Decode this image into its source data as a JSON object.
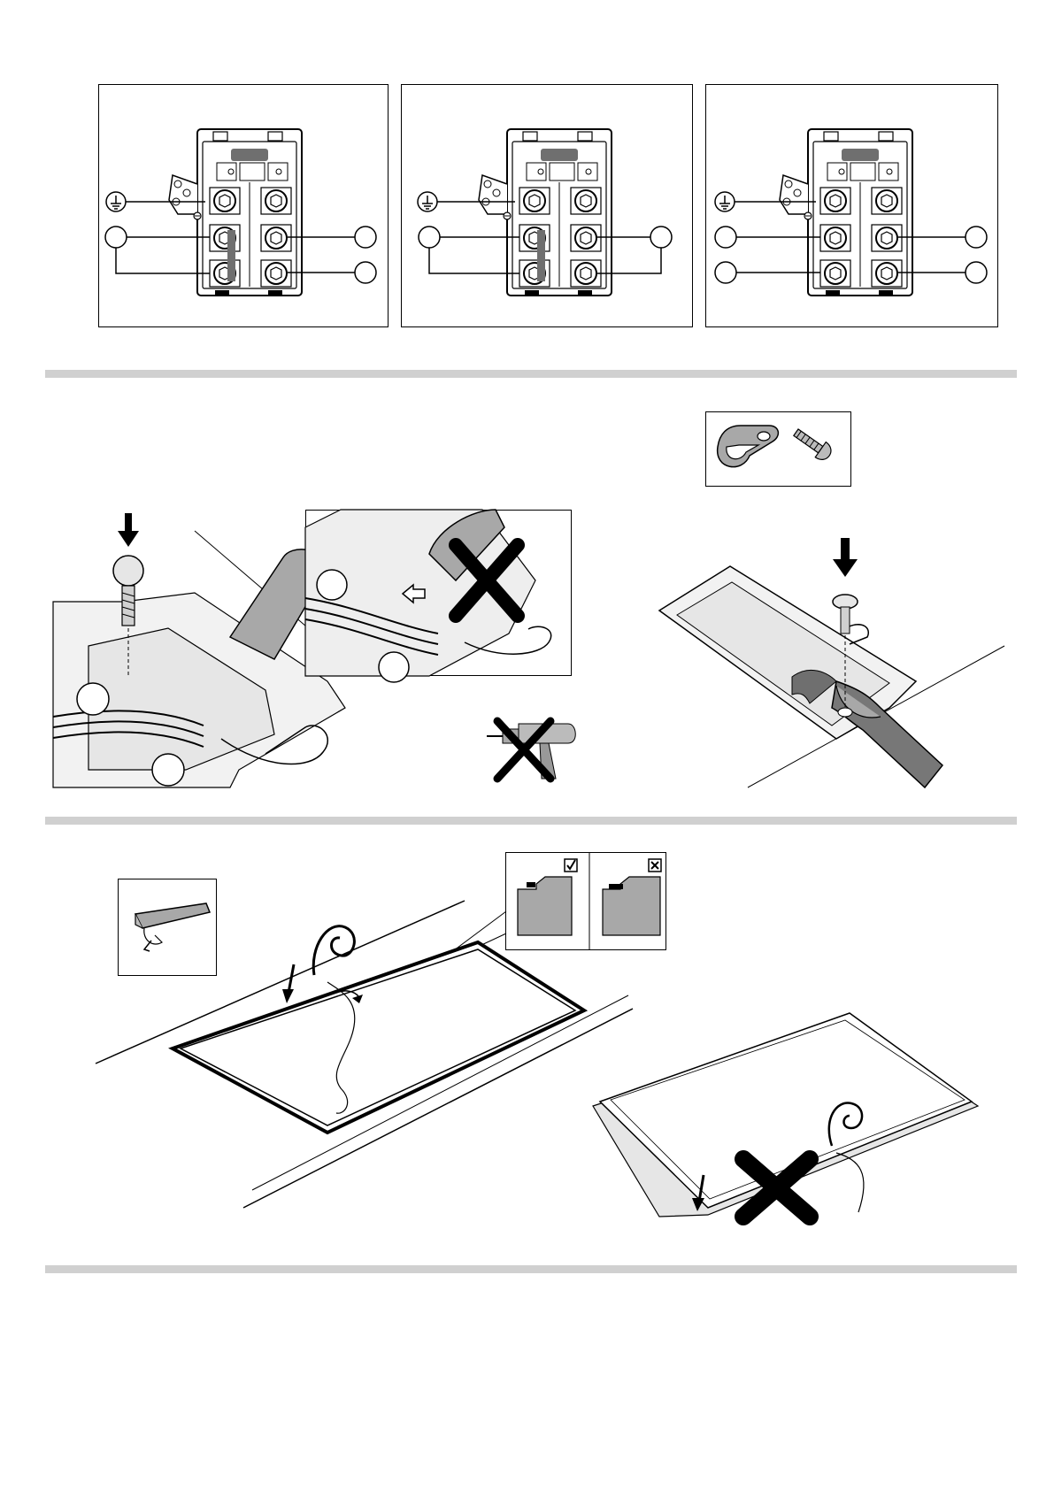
{
  "colors": {
    "line": "#000000",
    "divider": "#d0d0d0",
    "gray_fill": "#a8a8a8",
    "dark_gray": "#6f6f6f",
    "light_gray": "#e6e6e6"
  },
  "wiring_panels": [
    {
      "variant": "single-bridge"
    },
    {
      "variant": "double-bridge"
    },
    {
      "variant": "no-bridge"
    }
  ],
  "icons": {
    "earth": "earth-ground-icon",
    "wrong": "cross-mark-icon",
    "right": "check-mark-icon",
    "no_power_drill": "no-power-drill-icon",
    "press_down": "arrow-down-icon"
  }
}
